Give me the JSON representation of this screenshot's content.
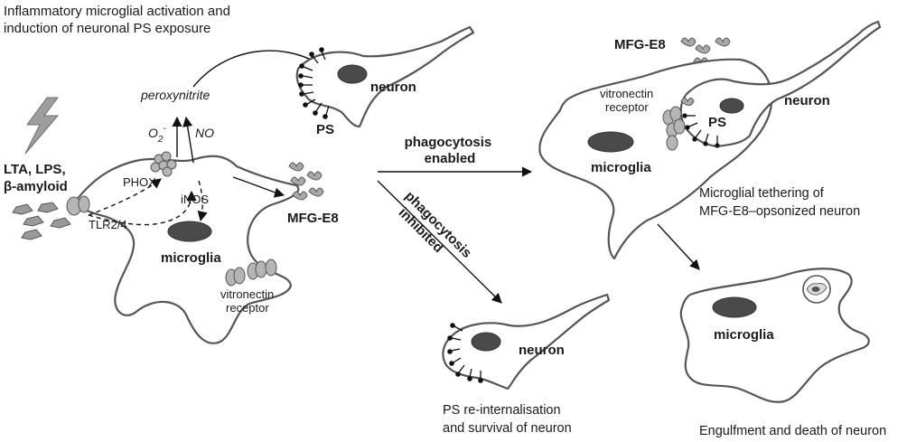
{
  "title_lines": [
    "Inflammatory microglial activation and",
    "induction of neuronal PS exposure"
  ],
  "stimuli_lines": [
    "LTA, LPS,",
    "β-amyloid"
  ],
  "labels": {
    "peroxynitrite": "peroxynitrite",
    "o2": "O",
    "o2_sub": "2",
    "o2_sup": "-",
    "no": "NO",
    "phox": "PHOX",
    "inos": "iNOS",
    "tlr": "TLR2/4",
    "microglia_left": "microglia",
    "vitronectin_left": [
      "vitronectin",
      "receptor"
    ],
    "mfg_left": "MFG-E8",
    "neuron_top": "neuron",
    "ps_top": "PS",
    "mfg_right": "MFG-E8",
    "vitronectin_right": [
      "vitronectin",
      "receptor"
    ],
    "ps_right": "PS",
    "neuron_right": "neuron",
    "microglia_right": "microglia",
    "phago_enabled": [
      "phagocytosis",
      "enabled"
    ],
    "phago_inhibited": [
      "phagocytosis",
      "inhibited"
    ],
    "neuron_bottom": "neuron",
    "microglia_bottom": "microglia"
  },
  "captions": {
    "tethering": [
      "Microglial tethering of",
      "MFG-E8–opsonized neuron"
    ],
    "survival": [
      "PS re-internalisation",
      "and survival of neuron"
    ],
    "engulfment": "Engulfment and death of neuron"
  }
}
